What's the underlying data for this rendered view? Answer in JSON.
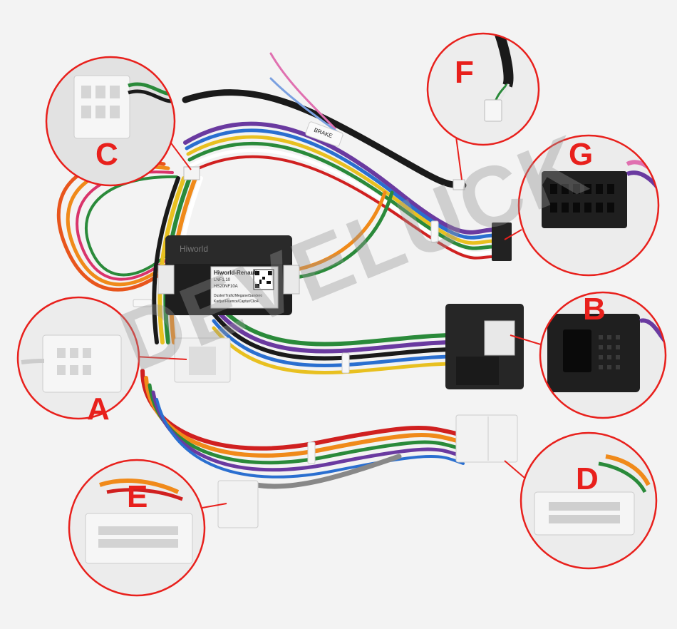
{
  "watermark": "DEVELUCK",
  "callouts": {
    "A": "A",
    "B": "B",
    "C": "C",
    "D": "D",
    "E": "E",
    "F": "F",
    "G": "G"
  },
  "module": {
    "brand": "Hiworld",
    "label_title": "Hiworld-Renault",
    "label_line1": "LNF1.10",
    "label_line2": "HS20NF10A",
    "label_line3": "Duster/Trafic/Megane/Sandero",
    "label_line4": "Kadjar/Fluence/Captur/Clio4"
  },
  "brake_tag": "BRAKE",
  "colors": {
    "accent": "#e8201c",
    "background": "#f3f3f3"
  }
}
